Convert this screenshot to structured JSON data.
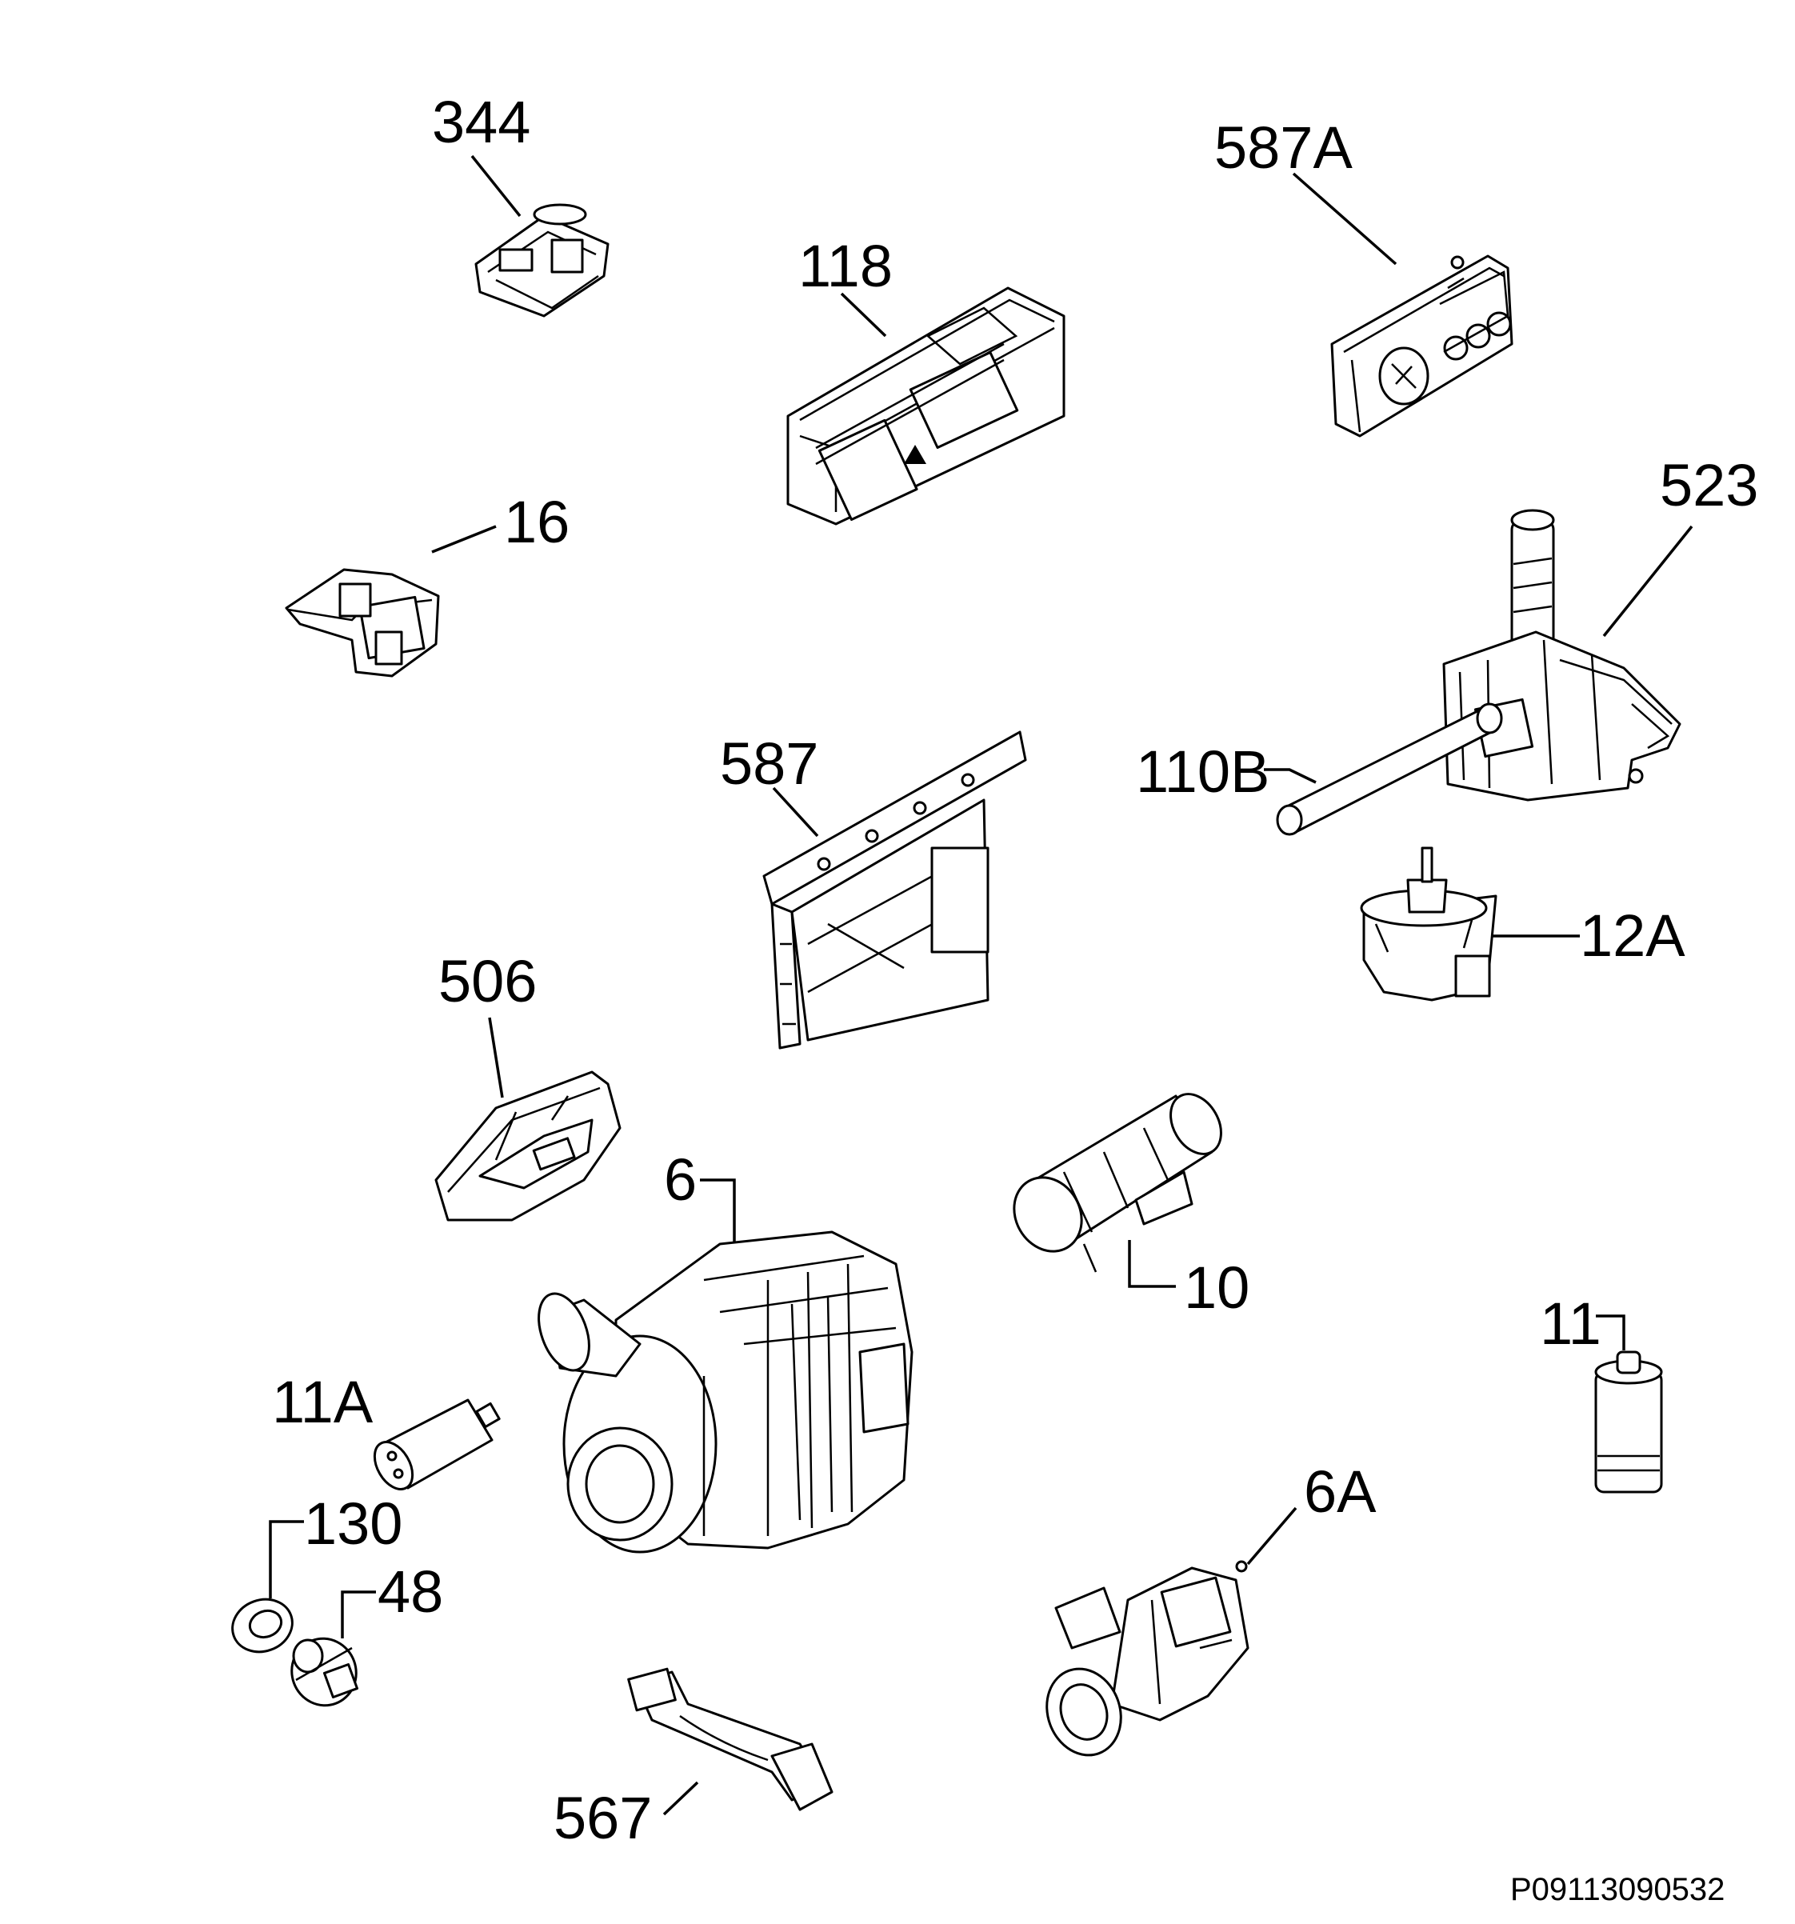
{
  "labels": {
    "l344": "344",
    "l587A": "587A",
    "l118": "118",
    "l16": "16",
    "l523": "523",
    "l587": "587",
    "l110B": "110B",
    "l12A": "12A",
    "l506": "506",
    "l6": "6",
    "l10": "10",
    "l11": "11",
    "l11A": "11A",
    "l130": "130",
    "l48": "48",
    "l6A": "6A",
    "l567": "567"
  },
  "document_code": "P09113090532"
}
